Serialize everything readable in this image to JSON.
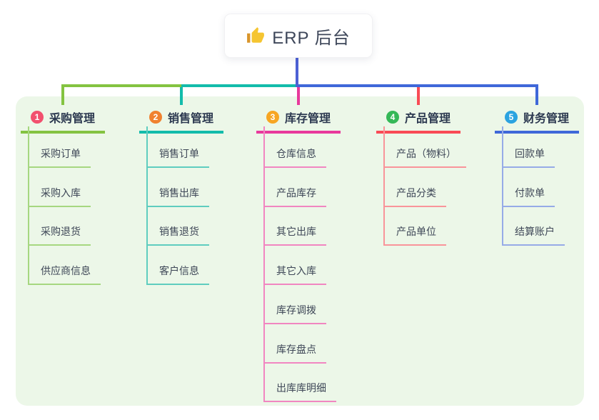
{
  "root": {
    "label": "ERP 后台",
    "icon": "thumbs-up-icon"
  },
  "colors": {
    "panel_bg": "#ecf7e8",
    "root_line": "#4c60d4",
    "root_text": "#3d4659"
  },
  "branches": [
    {
      "num": "1",
      "title": "采购管理",
      "badge_color": "#f2506e",
      "line_color": "#84c341",
      "child_line_color": "#a6d780",
      "children": [
        "采购订单",
        "采购入库",
        "采购退货",
        "供应商信息"
      ]
    },
    {
      "num": "2",
      "title": "销售管理",
      "badge_color": "#f0812f",
      "line_color": "#13bcab",
      "child_line_color": "#5fcdbf",
      "children": [
        "销售订单",
        "销售出库",
        "销售退货",
        "客户信息"
      ]
    },
    {
      "num": "3",
      "title": "库存管理",
      "badge_color": "#f7a623",
      "line_color": "#e8399c",
      "child_line_color": "#f186c1",
      "children": [
        "仓库信息",
        "产品库存",
        "其它出库",
        "其它入库",
        "库存调拨",
        "库存盘点",
        "出库库明细"
      ]
    },
    {
      "num": "4",
      "title": "产品管理",
      "badge_color": "#35b857",
      "line_color": "#f94b55",
      "child_line_color": "#f9949a",
      "children": [
        "产品（物料）",
        "产品分类",
        "产品单位"
      ]
    },
    {
      "num": "5",
      "title": "财务管理",
      "badge_color": "#2ba3e0",
      "line_color": "#3f68d9",
      "child_line_color": "#96abe7",
      "children": [
        "回款单",
        "付款单",
        "结算账户"
      ]
    }
  ]
}
